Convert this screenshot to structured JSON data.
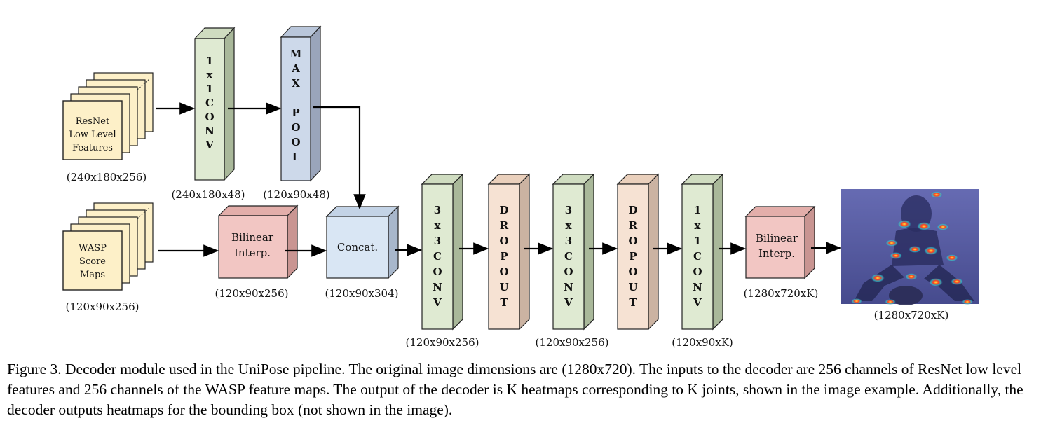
{
  "diagram": {
    "inputs": [
      {
        "id": "resnet",
        "text": [
          "ResNet",
          "Low Level",
          "Features"
        ],
        "dims": "(240x180x256)"
      },
      {
        "id": "wasp",
        "text": [
          "WASP",
          "Score",
          "Maps"
        ],
        "dims": "(120x90x256)"
      }
    ],
    "layers": [
      {
        "id": "conv1x1-a",
        "letters": [
          "1",
          "x",
          "1",
          "C",
          "O",
          "N",
          "V"
        ],
        "dims": "(240x180x48)",
        "color": "#dfead2"
      },
      {
        "id": "maxpool",
        "letters": [
          "M",
          "A",
          "X",
          "",
          "P",
          "O",
          "O",
          "L"
        ],
        "dims": "(120x90x48)",
        "color": "#cdd9ea"
      },
      {
        "id": "bilinear-a",
        "text": [
          "Bilinear",
          "Interp."
        ],
        "dims": "(120x90x256)",
        "color": "#f2c6c3"
      },
      {
        "id": "concat",
        "text": [
          "Concat."
        ],
        "dims": "(120x90x304)",
        "color": "#d9e6f4"
      },
      {
        "id": "conv3x3-a",
        "letters": [
          "3",
          "x",
          "3",
          "C",
          "O",
          "N",
          "V"
        ],
        "dims": "(120x90x256)",
        "color": "#dfead2"
      },
      {
        "id": "dropout-a",
        "letters": [
          "D",
          "R",
          "O",
          "P",
          "O",
          "U",
          "T"
        ],
        "dims": "",
        "color": "#f6e2d3"
      },
      {
        "id": "conv3x3-b",
        "letters": [
          "3",
          "x",
          "3",
          "C",
          "O",
          "N",
          "V"
        ],
        "dims": "(120x90x256)",
        "color": "#dfead2"
      },
      {
        "id": "dropout-b",
        "letters": [
          "D",
          "R",
          "O",
          "P",
          "O",
          "U",
          "T"
        ],
        "dims": "",
        "color": "#f6e2d3"
      },
      {
        "id": "conv1x1-b",
        "letters": [
          "1",
          "x",
          "1",
          "C",
          "O",
          "N",
          "V"
        ],
        "dims": "(120x90xK)",
        "color": "#dfead2"
      },
      {
        "id": "bilinear-b",
        "text": [
          "Bilinear",
          "Interp."
        ],
        "dims": "(1280x720xK)",
        "color": "#f2c6c3"
      }
    ],
    "output": {
      "dims": "(1280x720xK)"
    },
    "colors": {
      "input_sheet": "#fdf0c8",
      "heatmap_bg": "#4a4f92",
      "joint_hot": "#ff3b1f"
    }
  },
  "caption": "Figure 3. Decoder module used in the UniPose pipeline. The original image dimensions are (1280x720). The inputs to the decoder are 256 channels of ResNet low level features and 256 channels of the WASP feature maps. The output of the decoder is K heatmaps corresponding to K joints, shown in the image example. Additionally, the decoder outputs heatmaps for the bounding box (not shown in the image)."
}
